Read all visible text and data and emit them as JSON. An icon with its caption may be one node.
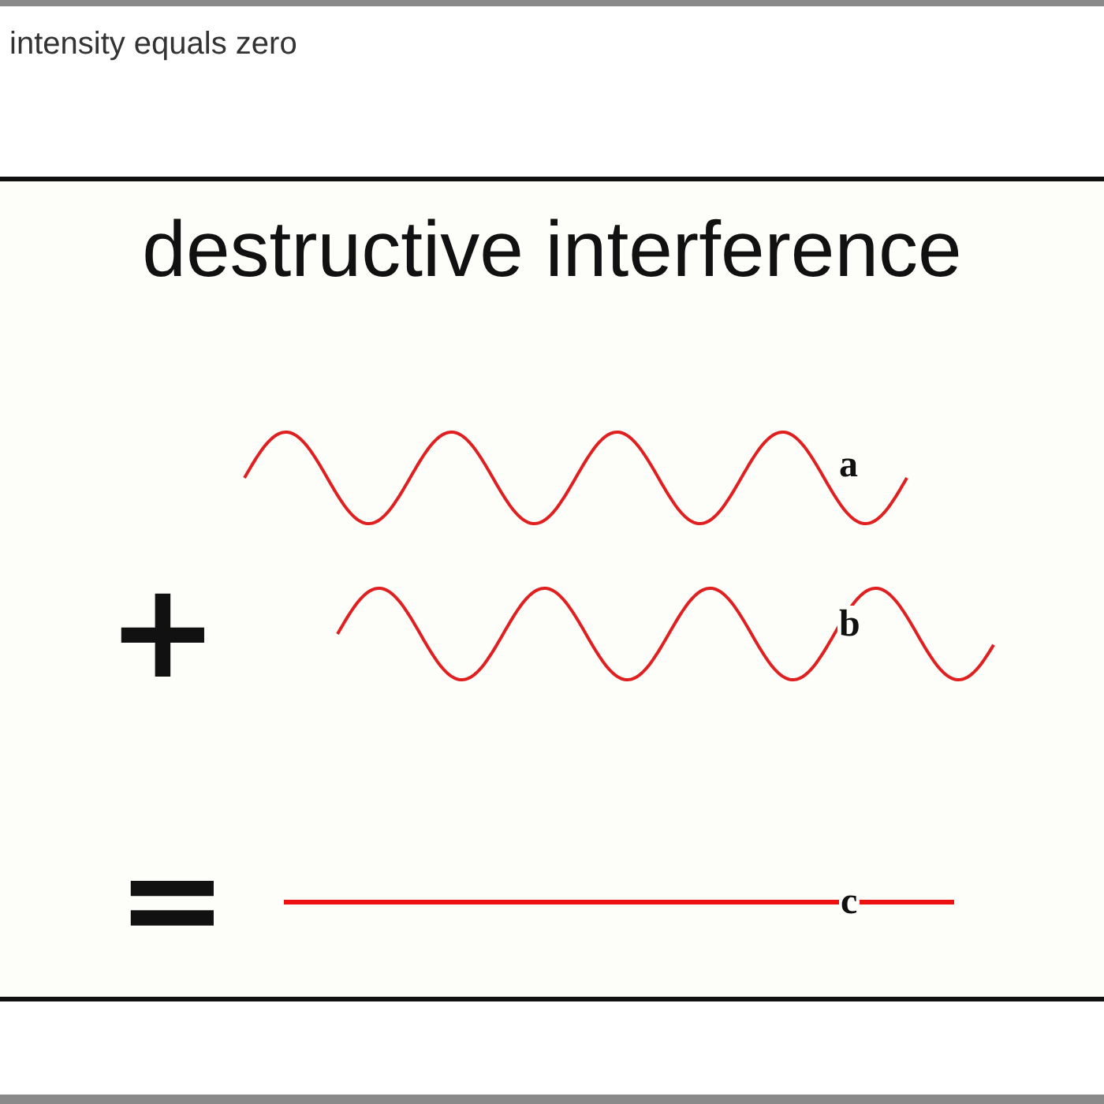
{
  "diagram": {
    "title": "destructive interference",
    "labels": [
      "intensity equals zero",
      "a",
      "+",
      "b",
      "=",
      "c"
    ]
  }
}
